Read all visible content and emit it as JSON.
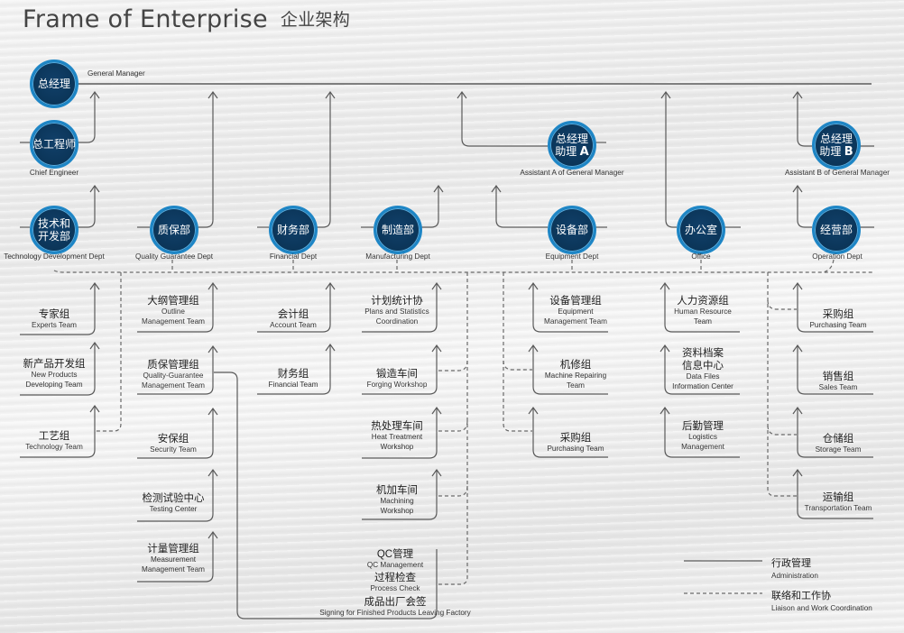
{
  "title": {
    "en": "Frame of Enterprise",
    "cn": "企业架构"
  },
  "colors": {
    "node_fill": "#0b3558",
    "node_ring": "#1e86c6",
    "line": "#5a5a5a",
    "dashed": "#6a6a6a"
  },
  "general_manager": {
    "cn": "总经理",
    "en": "General Manager"
  },
  "executives": [
    {
      "id": "chief-engineer",
      "cn": "总工程师",
      "en": "Chief Engineer"
    },
    {
      "id": "assistant-a",
      "cn_line1": "总经理",
      "cn_line2": "助理",
      "letter": "A",
      "en": "Assistant A of General Manager"
    },
    {
      "id": "assistant-b",
      "cn_line1": "总经理",
      "cn_line2": "助理",
      "letter": "B",
      "en": "Assistant B of General Manager"
    }
  ],
  "departments": [
    {
      "id": "tech-dev",
      "cn_line1": "技术和",
      "cn_line2": "开发部",
      "en": "Technology Development Dept"
    },
    {
      "id": "quality",
      "cn": "质保部",
      "en": "Quality Guarantee Dept"
    },
    {
      "id": "finance",
      "cn": "财务部",
      "en": "Financial Dept"
    },
    {
      "id": "manufacturing",
      "cn": "制造部",
      "en": "Manufacturing Dept"
    },
    {
      "id": "equipment",
      "cn": "设备部",
      "en": "Equipment Dept"
    },
    {
      "id": "office",
      "cn": "办公室",
      "en": "Office"
    },
    {
      "id": "operation",
      "cn": "经营部",
      "en": "Operation Dept"
    }
  ],
  "teams": {
    "tech-dev": [
      {
        "cn": "专家组",
        "en": [
          "Experts Team"
        ]
      },
      {
        "cn": "新产品开发组",
        "en": [
          "New Products",
          "Developing Team"
        ]
      },
      {
        "cn": "工艺组",
        "en": [
          "Technology Team"
        ]
      }
    ],
    "quality": [
      {
        "cn": "大纲管理组",
        "en": [
          "Outline",
          "Management Team"
        ]
      },
      {
        "cn": "质保管理组",
        "en": [
          "Quality-Guarantee",
          "Management Team"
        ]
      },
      {
        "cn": "安保组",
        "en": [
          "Security Team"
        ]
      },
      {
        "cn": "检测试验中心",
        "en": [
          "Testing Center"
        ]
      },
      {
        "cn": "计量管理组",
        "en": [
          "Measurement",
          "Management Team"
        ]
      }
    ],
    "finance": [
      {
        "cn": "会计组",
        "en": [
          "Account Team"
        ]
      },
      {
        "cn": "财务组",
        "en": [
          "Financial Team"
        ]
      }
    ],
    "manufacturing": [
      {
        "cn": "计划统计协",
        "en": [
          "Plans and Statistics",
          "Coordination"
        ]
      },
      {
        "cn": "锻造车间",
        "en": [
          "Forging Workshop"
        ]
      },
      {
        "cn": "热处理车间",
        "en": [
          "Heat Treatment",
          "Workshop"
        ]
      },
      {
        "cn": "机加车间",
        "en": [
          "Machining",
          "Workshop"
        ]
      }
    ],
    "qc": [
      {
        "cn": "QC管理",
        "en": [
          "QC Management"
        ]
      },
      {
        "cn": "过程检查",
        "en": [
          "Process Check"
        ]
      },
      {
        "cn": "成品出厂会签",
        "en": [
          "Signing for Finished Products Leaving Factory"
        ]
      }
    ],
    "equipment": [
      {
        "cn": "设备管理组",
        "en": [
          "Equipment",
          "Management Team"
        ]
      },
      {
        "cn": "机修组",
        "en": [
          "Machine Repairing",
          "Team"
        ]
      },
      {
        "cn": "采购组",
        "en": [
          "Purchasing Team"
        ]
      }
    ],
    "office": [
      {
        "cn": "人力资源组",
        "en": [
          "Human Resource",
          "Team"
        ]
      },
      {
        "cn": "资料档案信息中心",
        "cn_lines": [
          "资料档案",
          "信息中心"
        ],
        "en": [
          "Data Files",
          "Information Center"
        ]
      },
      {
        "cn": "后勤管理",
        "en": [
          "Logistics",
          "Management"
        ]
      }
    ],
    "operation": [
      {
        "cn": "采购组",
        "en": [
          "Purchasing Team"
        ]
      },
      {
        "cn": "销售组",
        "en": [
          "Sales Team"
        ]
      },
      {
        "cn": "仓储组",
        "en": [
          "Storage Team"
        ]
      },
      {
        "cn": "运输组",
        "en": [
          "Transportation Team"
        ]
      }
    ]
  },
  "legend": [
    {
      "style": "solid",
      "cn": "行政管理",
      "en": "Administration"
    },
    {
      "style": "dashed",
      "cn": "联络和工作协",
      "en": "Liaison and Work Coordination"
    }
  ]
}
